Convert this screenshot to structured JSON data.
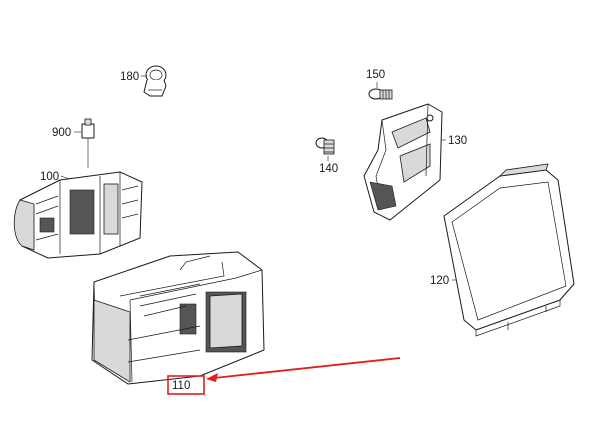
{
  "callouts": {
    "p180": "180",
    "p900": "900",
    "p100": "100",
    "p150": "150",
    "p130": "130",
    "p140": "140",
    "p120": "120",
    "p110": "110"
  },
  "highlight": {
    "target_part": "110",
    "arrow_color": "#e02020",
    "box_color": "#e02020"
  }
}
